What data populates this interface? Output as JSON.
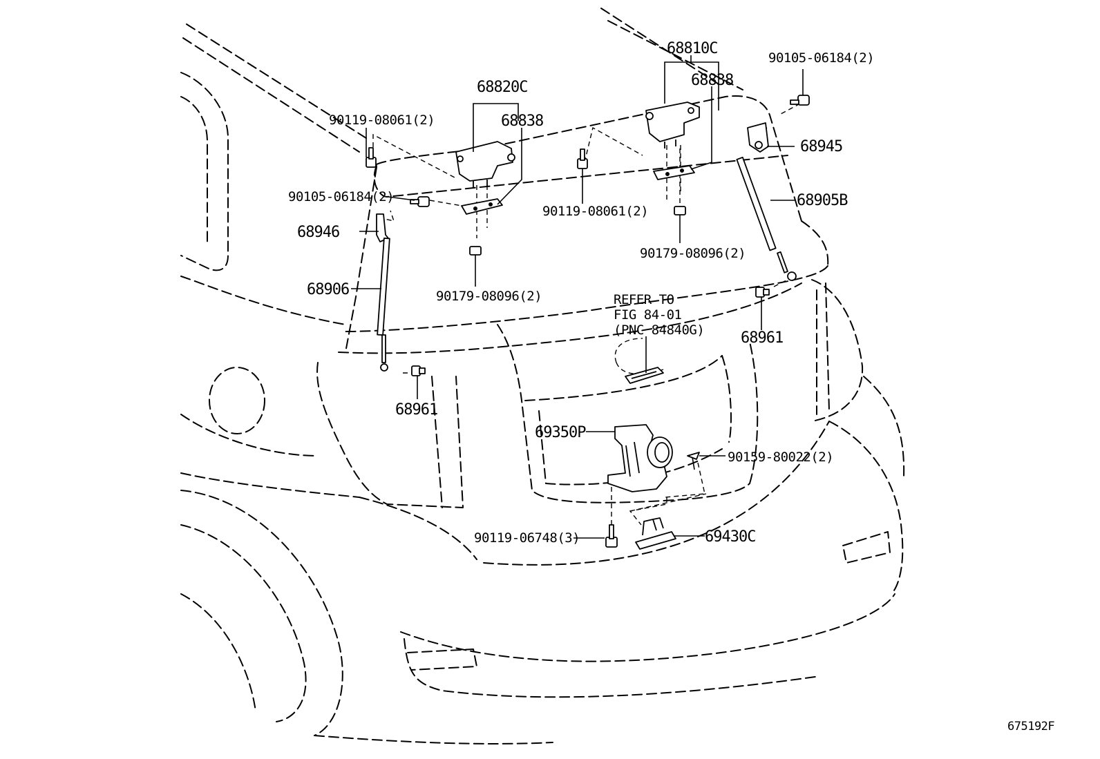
{
  "diagram": {
    "callouts": {
      "p68810c": "68810C",
      "p68838_right": "68838",
      "p90105_top": "90105-06184(2)",
      "p68945": "68945",
      "p68905b": "68905B",
      "p90179_right": "90179-08096(2)",
      "p90119_center": "90119-08061(2)",
      "p68820c": "68820C",
      "p68838_left": "68838",
      "p90119_left": "90119-08061(2)",
      "p90105_left": "90105-06184(2)",
      "p68946": "68946",
      "p68906": "68906",
      "p90179_left": "90179-08096(2)",
      "p68961_right": "68961",
      "p68961_left": "68961",
      "p69350p": "69350P",
      "p90159": "90159-80022(2)",
      "p90119_bottom": "90119-06748(3)",
      "p69430c": "69430C"
    },
    "refer_note": [
      "REFER TO",
      "FIG 84-01",
      "(PNC 84840G)"
    ],
    "figure_id": "675192F"
  }
}
